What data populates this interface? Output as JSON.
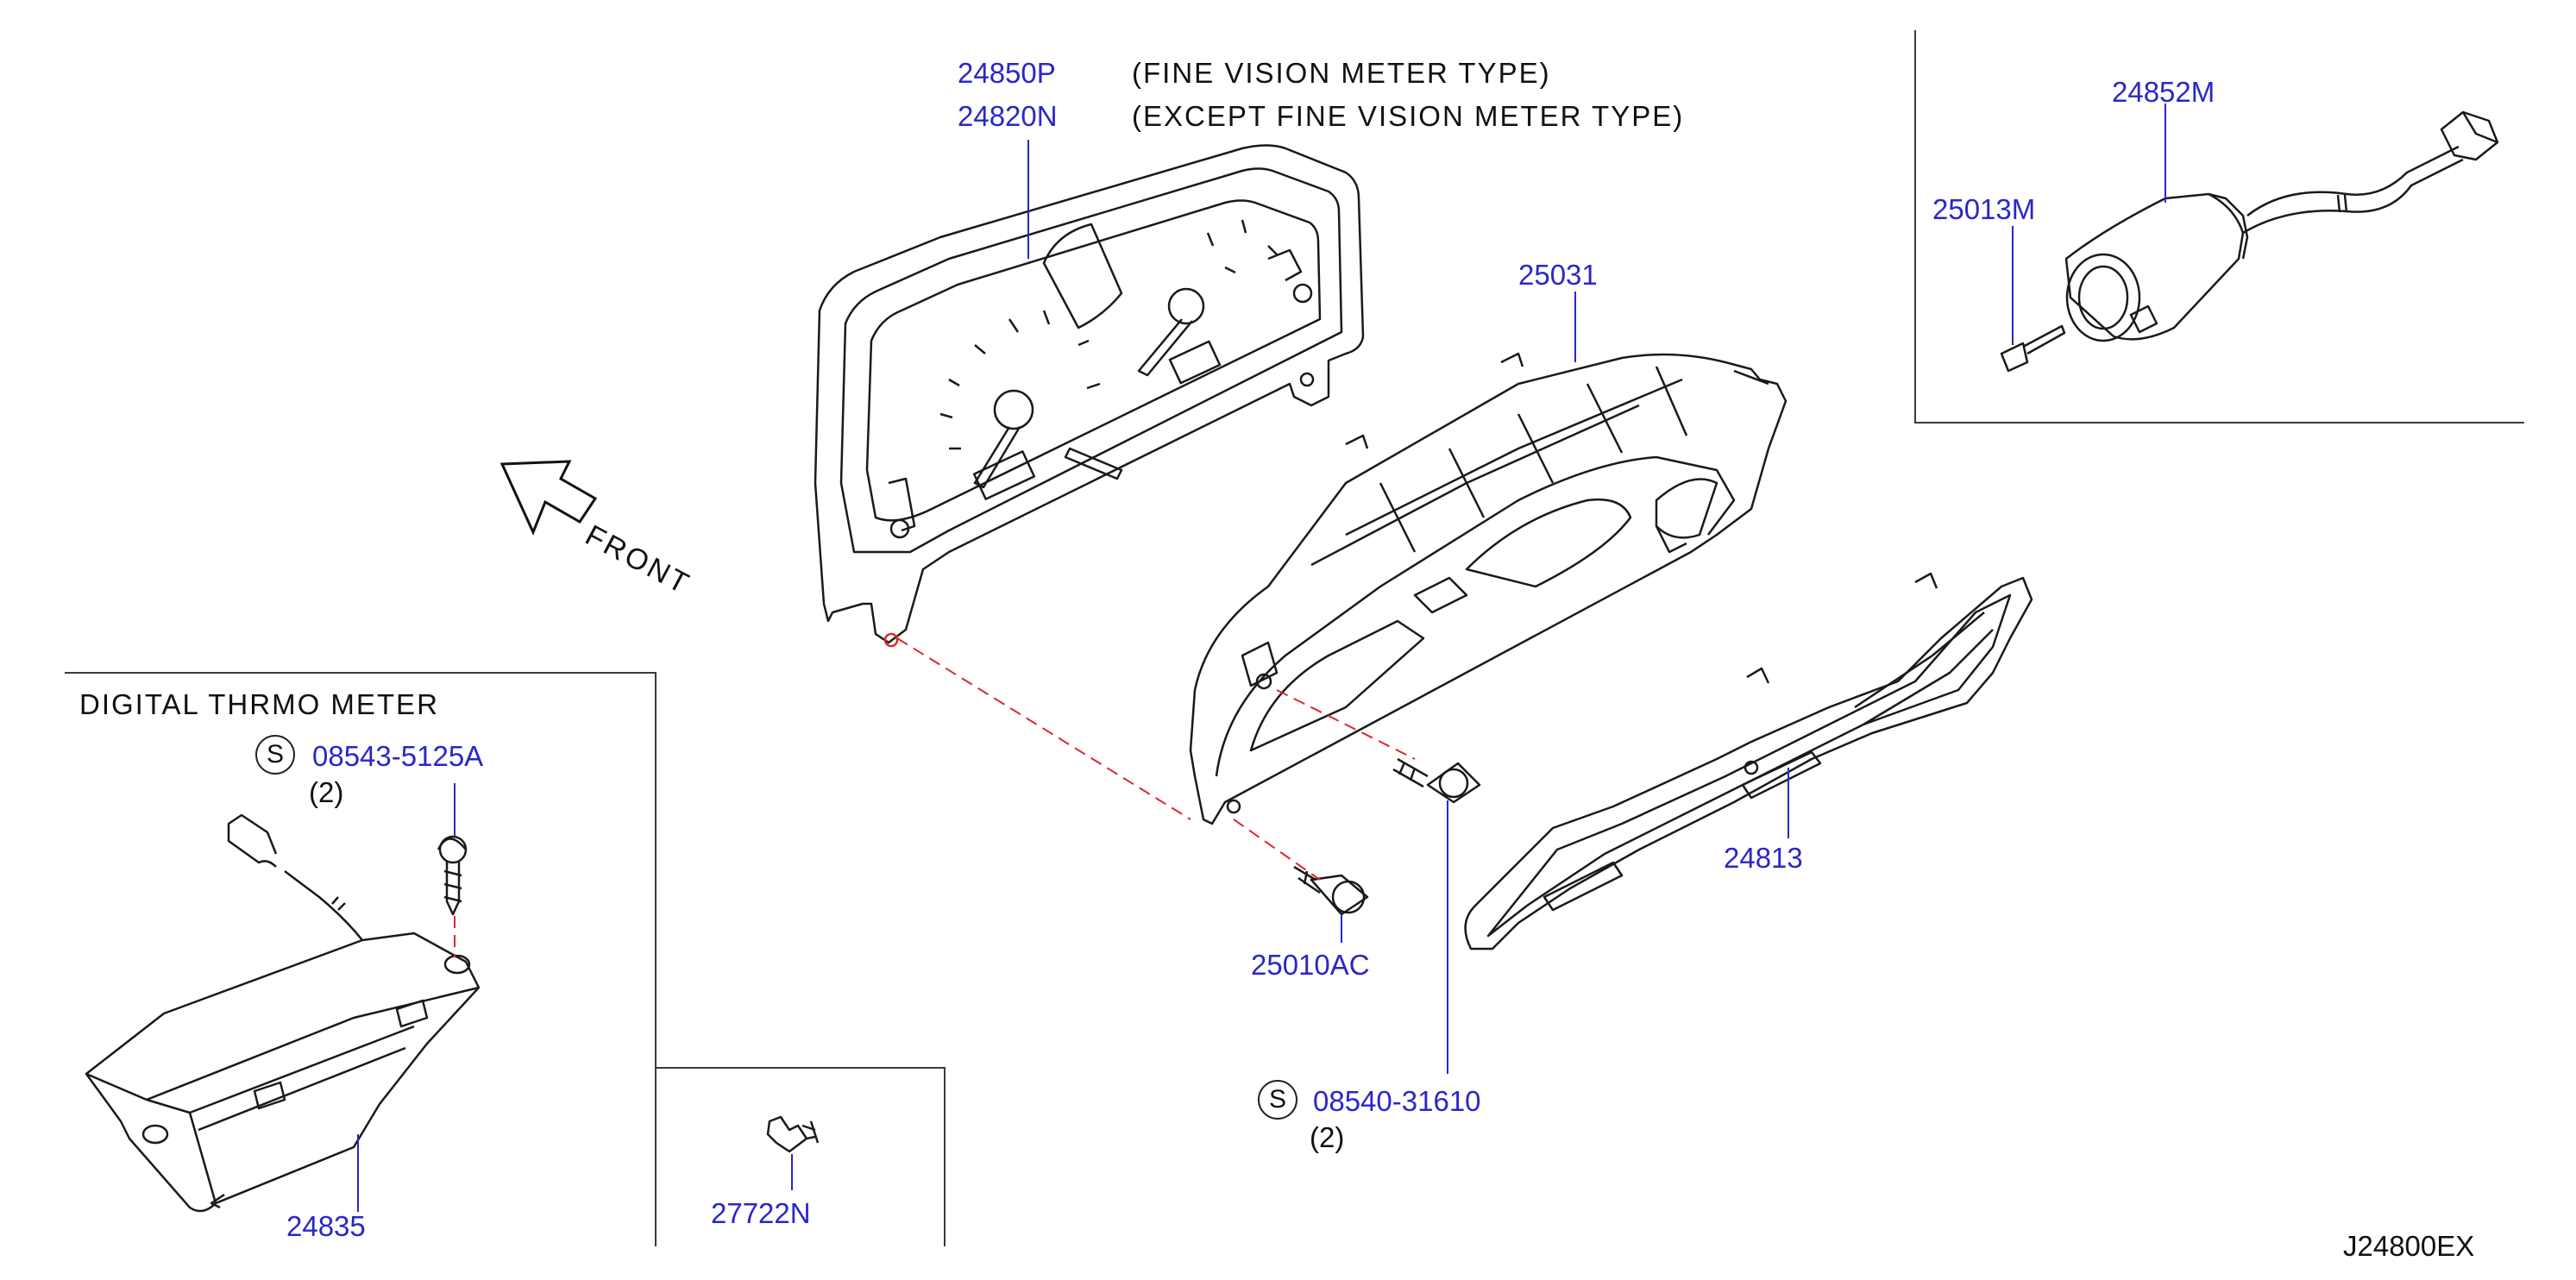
{
  "parts": {
    "p24850P": "24850P",
    "p24820N": "24820N",
    "p25031": "25031",
    "p24852M": "24852M",
    "p25013M": "25013M",
    "p24813": "24813",
    "p25010AC": "25010AC",
    "p08540_31610": "08540-31610",
    "p08543_5125A": "08543-5125A",
    "p24835": "24835",
    "p27722N": "27722N"
  },
  "notes": {
    "fine_vision": "(FINE  VISION  METER  TYPE)",
    "except_fine_vision": "(EXCEPT  FINE  VISION  METER  TYPE)",
    "digital_thermo": "DIGITAL  THRMO  METER",
    "front": "FRONT"
  },
  "quantities": {
    "q08543": "(2)",
    "q08540": "(2)"
  },
  "badges": {
    "standard_part": "S"
  },
  "diagram_code": "J24800EX",
  "colors": {
    "part_number": "#2a27c8",
    "leader_line": "#2a27c8",
    "outline": "#1a1a1a",
    "alignment_dash": "#e0262b",
    "background": "#ffffff"
  }
}
